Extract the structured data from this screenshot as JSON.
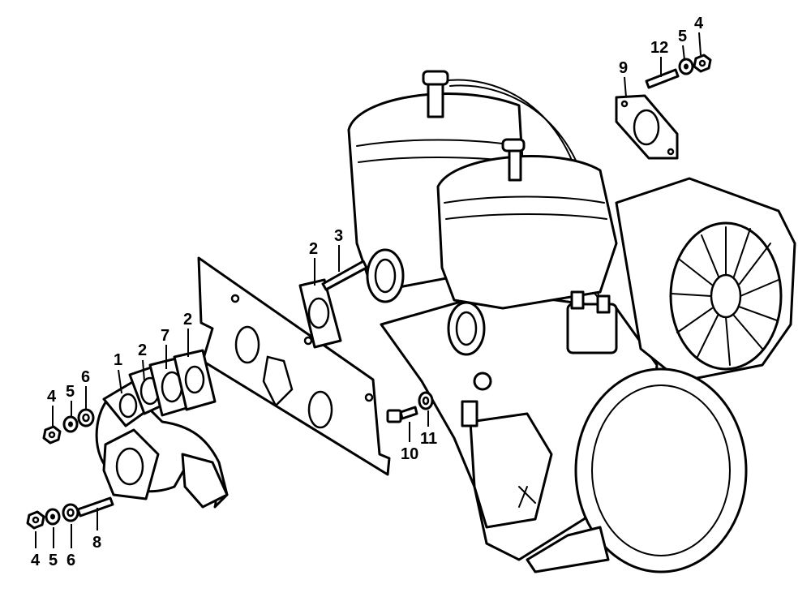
{
  "diagram": {
    "type": "exploded-parts-view",
    "colors": {
      "line": "#000000",
      "background": "#ffffff"
    },
    "callouts": [
      {
        "id": "c-1",
        "label": "1"
      },
      {
        "id": "c-2a",
        "label": "2"
      },
      {
        "id": "c-7",
        "label": "7"
      },
      {
        "id": "c-2b",
        "label": "2"
      },
      {
        "id": "c-2c",
        "label": "2"
      },
      {
        "id": "c-3",
        "label": "3"
      },
      {
        "id": "c-4a",
        "label": "4"
      },
      {
        "id": "c-5a",
        "label": "5"
      },
      {
        "id": "c-6a",
        "label": "6"
      },
      {
        "id": "c-4b",
        "label": "4"
      },
      {
        "id": "c-5b",
        "label": "5"
      },
      {
        "id": "c-6b",
        "label": "6"
      },
      {
        "id": "c-8",
        "label": "8"
      },
      {
        "id": "c-9",
        "label": "9"
      },
      {
        "id": "c-12",
        "label": "12"
      },
      {
        "id": "c-5c",
        "label": "5"
      },
      {
        "id": "c-4c",
        "label": "4"
      },
      {
        "id": "c-10",
        "label": "10"
      },
      {
        "id": "c-11",
        "label": "11"
      }
    ]
  }
}
